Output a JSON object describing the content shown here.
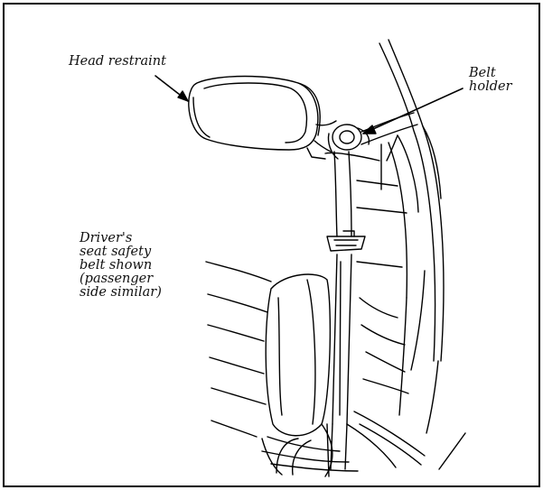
{
  "labels": {
    "head_restraint": "Head restraint",
    "belt_holder": [
      "Belt",
      "holder"
    ],
    "caption": [
      "Driver's",
      "seat safety",
      "belt shown",
      "(passenger",
      "side similar)"
    ]
  },
  "colors": {
    "ink": "#000000",
    "background": "#ffffff"
  }
}
